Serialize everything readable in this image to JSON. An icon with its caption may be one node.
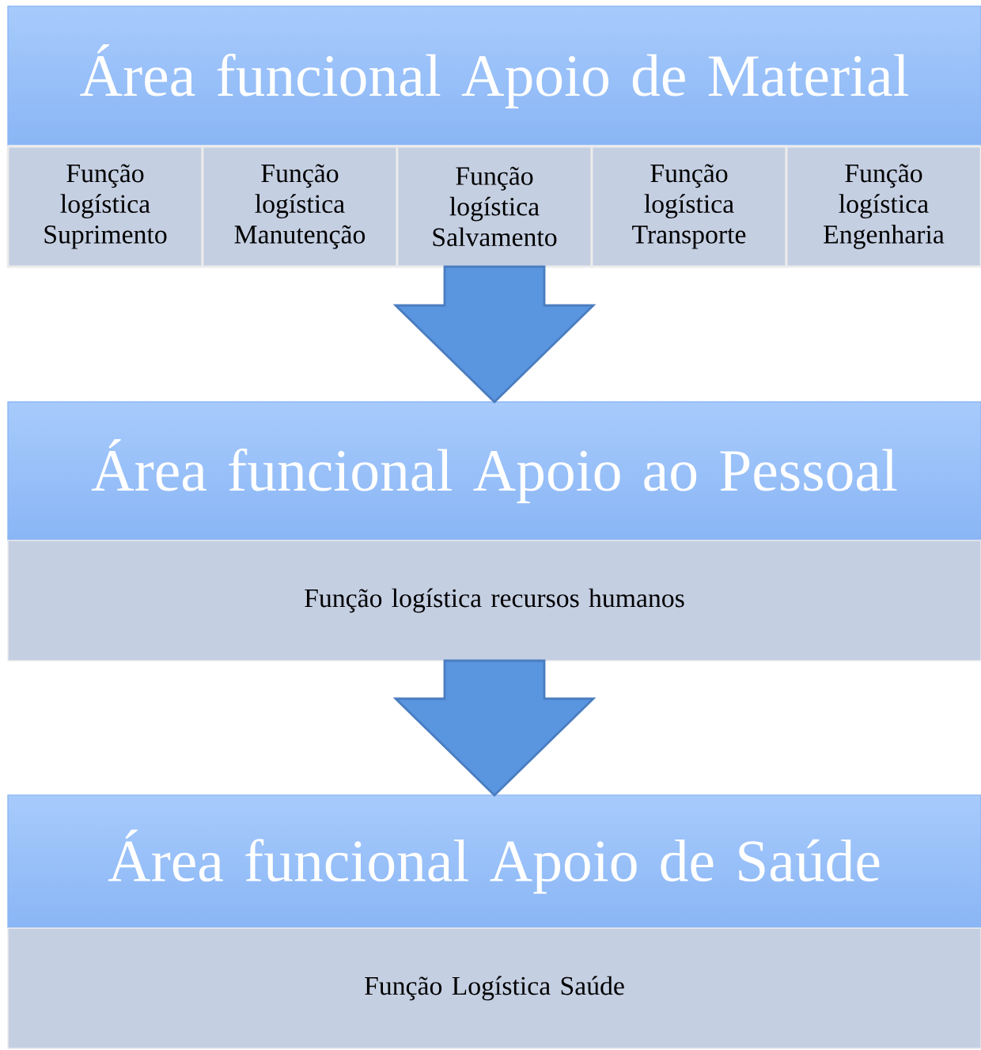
{
  "diagram": {
    "nodes": [
      {
        "text": [
          "Área funcional Apoio de Material"
        ]
      },
      {
        "text": [
          "Função logística Suprimento"
        ]
      },
      {
        "text": [
          "Função logística Manutenção"
        ]
      },
      {
        "text": [
          "Função logística Salvamento"
        ]
      },
      {
        "text": [
          "Função logística Transporte"
        ]
      },
      {
        "text": [
          "Função logística Engenharia"
        ]
      },
      {
        "text": [
          "Área funcional Apoio ao Pessoal"
        ]
      },
      {
        "text": [
          "Função logística recursos humanos"
        ]
      },
      {
        "text": [
          "Área funcional Apoio de Saúde"
        ]
      },
      {
        "text": [
          "Função Logística Saúde"
        ]
      }
    ],
    "edges": [
      {
        "from": 3,
        "to": 6,
        "arrow": "to"
      },
      {
        "from": 7,
        "to": 8,
        "arrow": "to"
      }
    ]
  }
}
